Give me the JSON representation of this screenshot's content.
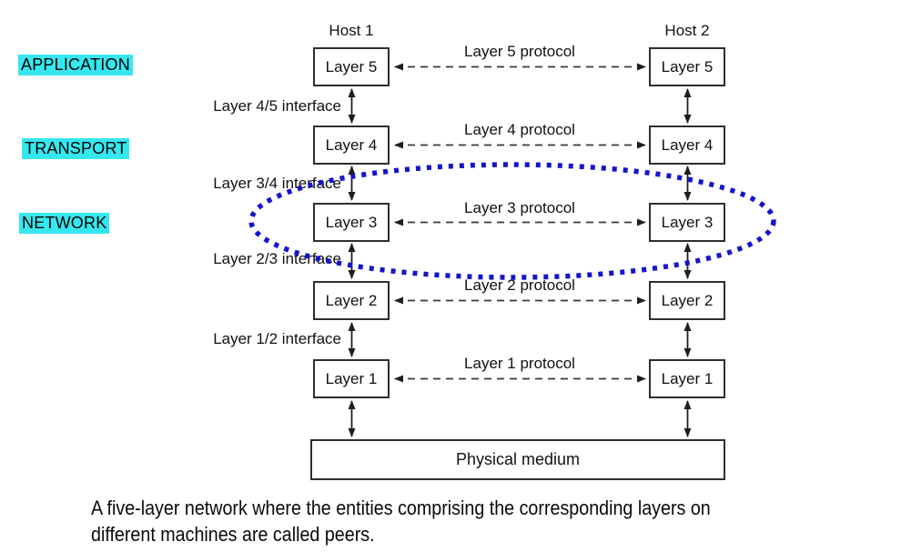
{
  "figure": {
    "side_labels": [
      {
        "label": "APPLICATION"
      },
      {
        "label": "TRANSPORT"
      },
      {
        "label": "NETWORK"
      }
    ],
    "hosts": [
      {
        "label": "Host 1"
      },
      {
        "label": "Host 2"
      }
    ],
    "layers": [
      {
        "name": "Layer 5",
        "protocol": "Layer 5 protocol"
      },
      {
        "name": "Layer 4",
        "protocol": "Layer 4 protocol"
      },
      {
        "name": "Layer 3",
        "protocol": "Layer 3 protocol"
      },
      {
        "name": "Layer 2",
        "protocol": "Layer 2 protocol"
      },
      {
        "name": "Layer 1",
        "protocol": "Layer 1 protocol"
      }
    ],
    "interfaces": [
      {
        "label": "Layer 4/5 interface"
      },
      {
        "label": "Layer 3/4 interface"
      },
      {
        "label": "Layer 2/3 interface"
      },
      {
        "label": "Layer 1/2 interface"
      }
    ],
    "physical_medium": "Physical medium",
    "caption": {
      "line1": "A five-layer network where the entities comprising the corresponding layers on",
      "line2": "different machines are called peers."
    },
    "colors": {
      "highlight_cyan": "#35e8f0",
      "ellipse_blue": "#1414cc",
      "line_black": "#1e1e1e",
      "dash_gray": "#3a3a3a"
    }
  }
}
